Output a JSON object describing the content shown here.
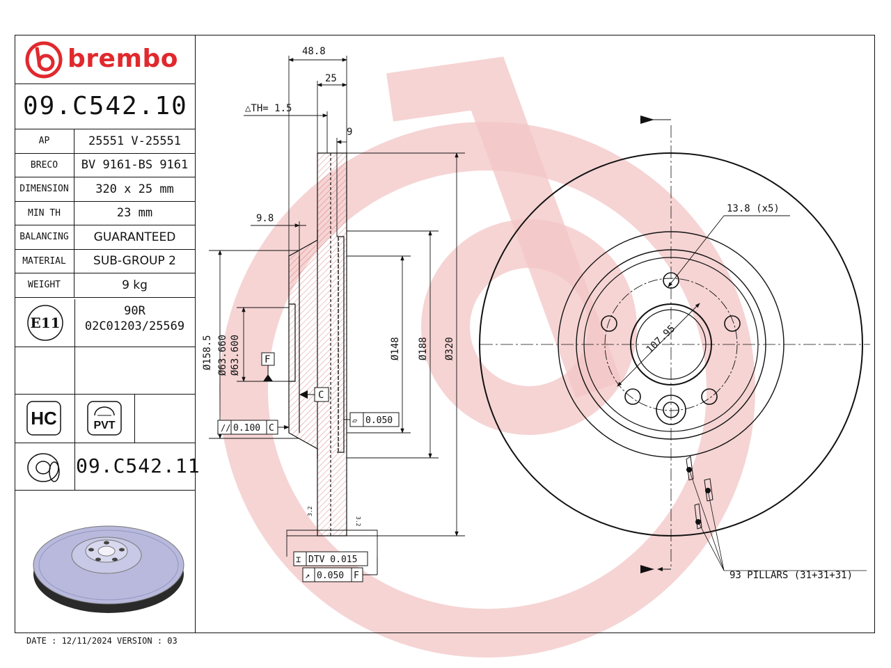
{
  "brand": {
    "name": "brembo",
    "color": "#e0292e"
  },
  "part_number": "09.C542.10",
  "specs": [
    {
      "key": "AP",
      "value": "25551 V-25551"
    },
    {
      "key": "BRECO",
      "value": "BV 9161-BS 9161"
    },
    {
      "key": "DIMENSION",
      "value": "320 x 25 mm"
    },
    {
      "key": "MIN TH",
      "value": "23 mm"
    },
    {
      "key": "BALANCING",
      "value": "GUARANTEED"
    },
    {
      "key": "MATERIAL",
      "value": "SUB-GROUP 2"
    },
    {
      "key": "WEIGHT",
      "value": "9 kg"
    }
  ],
  "homologation": {
    "mark": "E11",
    "line1": "90R",
    "line2": "02C01203/25569"
  },
  "badges": {
    "hc": "HC",
    "pvt": "PVT"
  },
  "alternate_part_number": "09.C542.11",
  "footer": "DATE : 12/11/2024 VERSION : 03",
  "dims": {
    "total_height": "48.8",
    "thickness": "25",
    "th": "△TH= 1.5",
    "rib": "9",
    "hub_offset": "9.8",
    "d_158": "Ø158.5",
    "d_63_660": "Ø63.660",
    "d_63_600": "Ø63.600",
    "d_148": "Ø148",
    "d_188": "Ø188",
    "d_320": "Ø320",
    "datum_f": "F",
    "datum_c": "C",
    "parallel_tol": "0.100",
    "parallel_ref": "C",
    "flat_tol": "0.050",
    "dtv": "DTV 0.015",
    "runout_tol": "0.050",
    "runout_ref": "F",
    "bolt_circle": "107.95",
    "holes": "13.8 (x5)",
    "pillars": "93 PILLARS (31+31+31)",
    "rough_1": "3.2",
    "rough_2": "3.2"
  }
}
